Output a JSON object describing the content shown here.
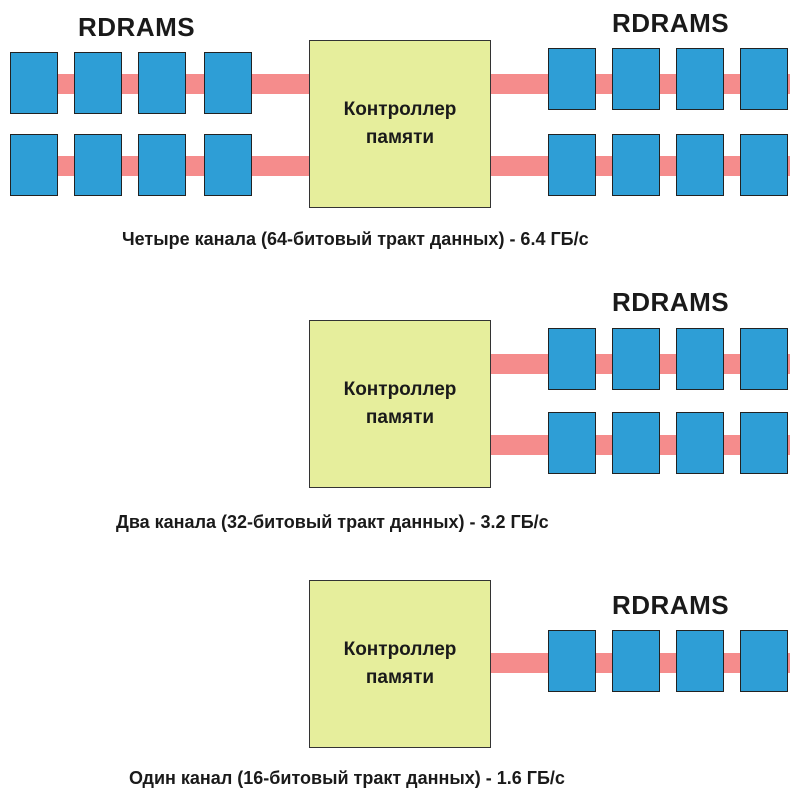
{
  "sections": [
    {
      "caption": "Четыре канала (64-битовый тракт данных) - 6.4 ГБ/с",
      "controller": "Контроллер\nпамяти",
      "rdrams_left": "RDRAMS",
      "rdrams_right": "RDRAMS"
    },
    {
      "caption": "Два канала (32-битовый тракт данных) - 3.2 ГБ/с",
      "controller": "Контроллер\nпамяти",
      "rdrams_right": "RDRAMS"
    },
    {
      "caption": "Один канал (16-битовый тракт данных) - 1.6 ГБ/с",
      "controller": "Контроллер\nпамяти",
      "rdrams_right": "RDRAMS"
    }
  ],
  "colors": {
    "chip": "#2e9ed6",
    "link": "#f58c8c",
    "controller": "#e6ee9c"
  }
}
